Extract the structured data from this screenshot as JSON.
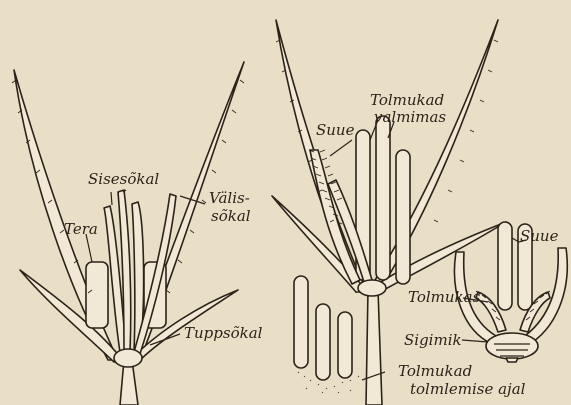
{
  "labels": {
    "sisesokal": "Sisesõkal",
    "tera": "Tera",
    "valis_line1": "Välis-",
    "valis_line2": "sõkal",
    "tuppsokal": "Tuppsõkal",
    "suue_center": "Suue",
    "tolmukad_line1": "Tolmukad",
    "tolmukad_line2": "valmimas",
    "suue_right": "Suue",
    "tolmukas": "Tolmukas",
    "sigimik": "Sigimik",
    "tolmukad2_line1": "Tolmukad",
    "tolmukad2_line2": "tolmlemise ajal"
  }
}
